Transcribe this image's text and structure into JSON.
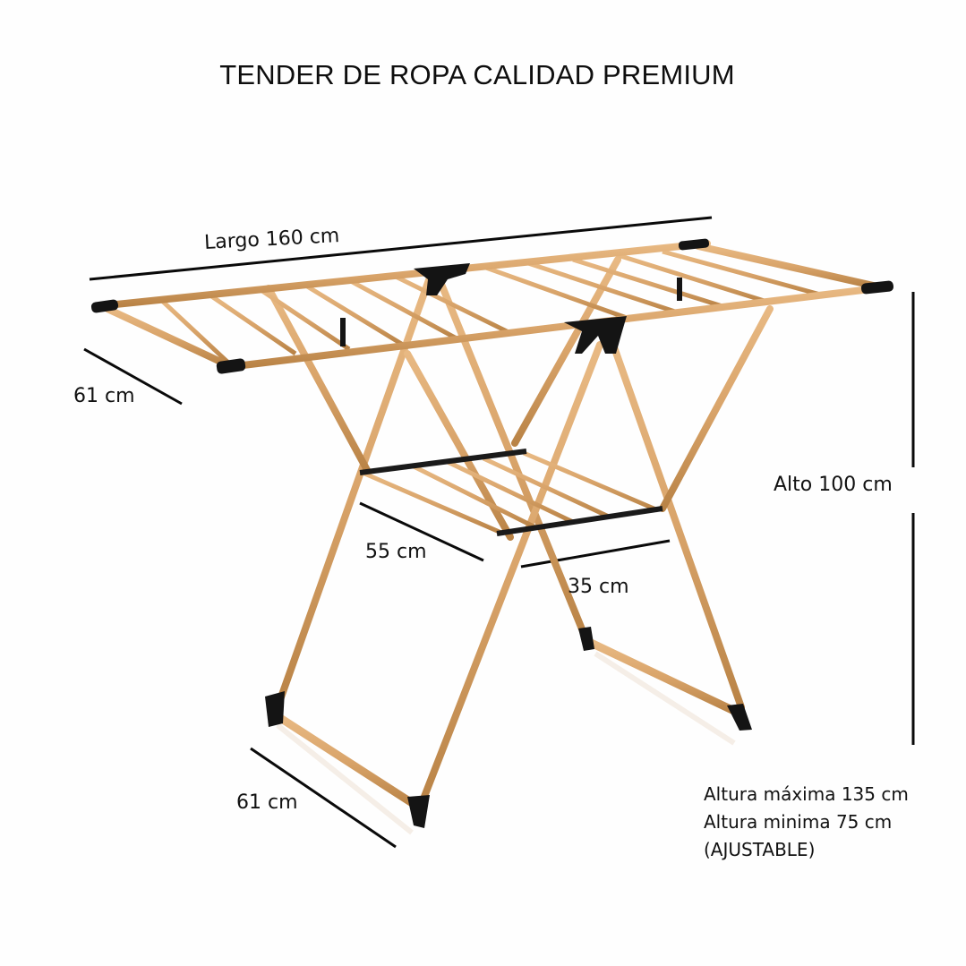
{
  "title": "TENDER DE ROPA CALIDAD PREMIUM",
  "dimensions": {
    "length": "Largo 160 cm",
    "top_width": "61 cm",
    "height": "Alto 100 cm",
    "lower_shelf_width": "55 cm",
    "lower_shelf_depth": "35 cm",
    "base_width": "61 cm"
  },
  "notes": [
    "Altura máxima 135 cm",
    "Altura minima 75 cm",
    "(AJUSTABLE)"
  ],
  "colors": {
    "wood": "#d9a46a",
    "wood_dark": "#b98346",
    "joint": "#141414",
    "line": "#0a0a0a"
  }
}
